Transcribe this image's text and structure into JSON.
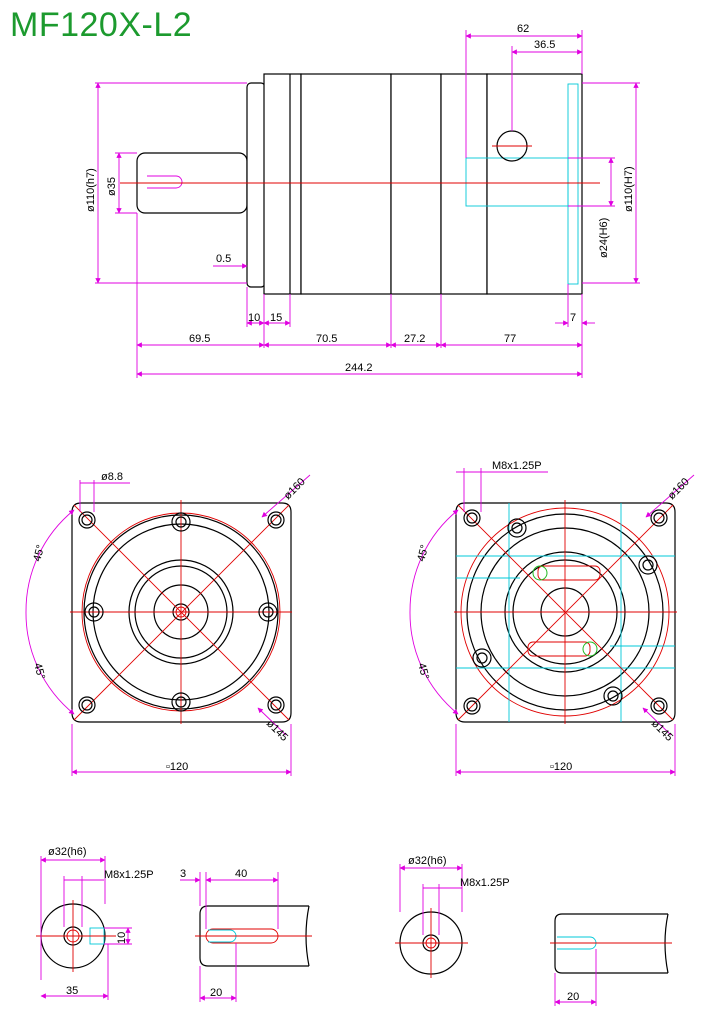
{
  "title": "MF120X-L2",
  "side_view": {
    "dims": {
      "d62": "62",
      "d36_5": "36.5",
      "d110h7_left": "ø110(h7)",
      "d35": "ø35",
      "d0_5": "0.5",
      "d10": "10",
      "d15": "15",
      "d69_5": "69.5",
      "d70_5": "70.5",
      "d27_2": "27.2",
      "d77": "77",
      "d7": "7",
      "d244_2": "244.2",
      "d24H6": "ø24(H6)",
      "d110H7_right": "ø110(H7)"
    }
  },
  "front_view_left": {
    "dims": {
      "hole": "ø8.8",
      "pcd": "ø160",
      "angle_top": "45°",
      "angle_bottom": "45°",
      "d145": "ø145",
      "square": "▫120"
    }
  },
  "front_view_right": {
    "dims": {
      "thread": "M8x1.25P",
      "pcd": "ø160",
      "angle_top": "45°",
      "angle_bottom": "45°",
      "d145": "ø145",
      "square": "▫120"
    }
  },
  "shaft_details": {
    "a": {
      "dia": "ø32(h6)",
      "thread": "M8x1.25P",
      "key": "10",
      "width": "35"
    },
    "b": {
      "d3": "3",
      "d40": "40",
      "d20": "20"
    },
    "c": {
      "dia": "ø32(h6)",
      "thread": "M8x1.25P"
    },
    "d": {
      "d20": "20"
    }
  },
  "colors": {
    "title": "#1c9a2e",
    "dimension": "#e000e0",
    "centerline": "#e00000",
    "hidden": "#00c8d8",
    "outline": "#000000"
  }
}
